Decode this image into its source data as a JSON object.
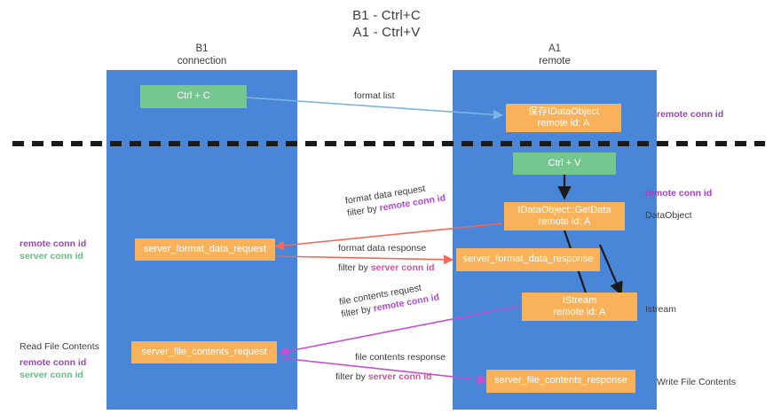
{
  "title": {
    "line1": "B1 - Ctrl+C",
    "line2": "A1 - Ctrl+V"
  },
  "columns": [
    {
      "name": "B1",
      "sub": "connection"
    },
    {
      "name": "A1",
      "sub": "remote"
    }
  ],
  "colors": {
    "lane": "#4a86d8",
    "green_node": "#76c68f",
    "orange_node": "#f9b259",
    "remote_conn_id": "#a23fc0",
    "server_conn_id": "#63bd83",
    "arrow_format_list": "#7fb3e0",
    "arrow_format_data": "#ef6a5a",
    "arrow_file_contents": "#c44fd0",
    "arrow_black": "#1a1a1a",
    "divider": "#1a1a1a"
  },
  "nodes": {
    "ctrl_c": {
      "label": "Ctrl + C"
    },
    "ctrl_v": {
      "label": "Ctrl + V"
    },
    "save_idataobject": {
      "line1": "保存IDataObject",
      "line2": "remote id: A"
    },
    "idataobject_getdata": {
      "line1": "IDataObject::GetData",
      "line2": "remote id: A"
    },
    "istream": {
      "line1": "IStream",
      "line2": "remote id: A"
    },
    "server_format_data_request": {
      "label": "server_format_data_request"
    },
    "server_format_data_response": {
      "label": "server_format_data_response"
    },
    "server_file_contents_request": {
      "label": "server_file_contents_request"
    },
    "server_file_contents_response": {
      "label": "server_file_contents_response"
    }
  },
  "edges": {
    "format_list": {
      "label": "format list"
    },
    "format_data_request": {
      "label": "format data request",
      "filter_prefix": "filter by ",
      "filter_key": "remote conn id"
    },
    "format_data_response": {
      "label": "format data response",
      "filter_prefix": "filter by ",
      "filter_key": "server conn id"
    },
    "file_contents_request": {
      "label": "file contents request",
      "filter_prefix": "filter by ",
      "filter_key": "remote conn id"
    },
    "file_contents_response": {
      "label": "file contents response",
      "filter_prefix": "filter by ",
      "filter_key": "server conn id"
    }
  },
  "annotations": {
    "right_top_remote_conn_id": "remote conn id",
    "right_mid_remote_conn_id": "remote conn id",
    "right_dataobject": "DataObject",
    "right_istream": "Istream",
    "right_write_file_contents": "Write File Contents",
    "left_remote_conn_id": "remote conn id",
    "left_server_conn_id": "server conn id",
    "left_read_file_contents": "Read File Contents",
    "left_bottom_remote_conn_id": "remote conn id",
    "left_bottom_server_conn_id": "server conn id"
  }
}
